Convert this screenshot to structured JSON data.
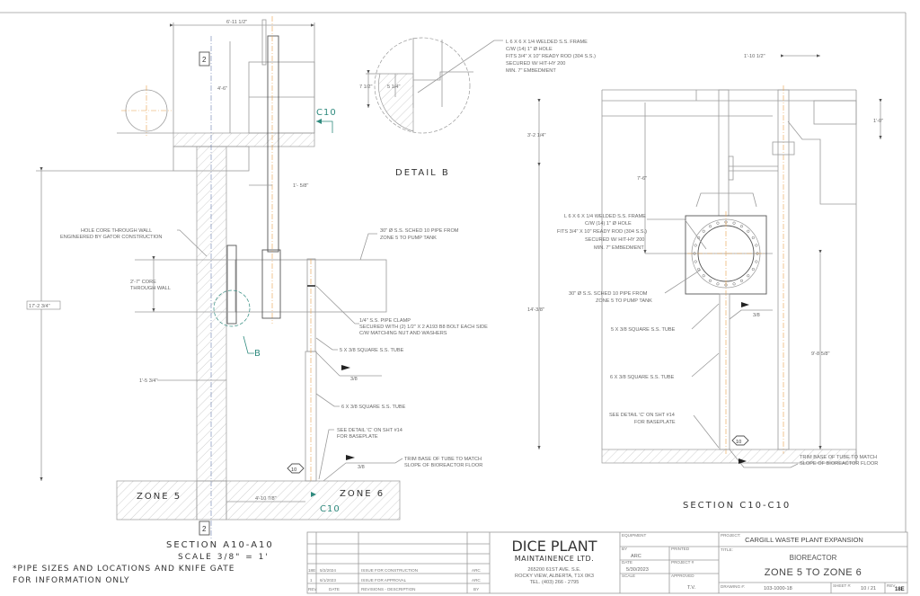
{
  "left_section": {
    "dim_width": "6'-11 1/2\"",
    "dim_height_top": "4'-6\"",
    "dim_stem_offset": "1'- 5/8\"",
    "dim_total_height": "17'-2 3/4\"",
    "dim_wall": "1'-5 3/4\"",
    "dim_core_1": "2'-7\" CORE",
    "dim_core_2": "THROUGH WALL",
    "dim_floor": "4'-10 7/8\"",
    "hole_core_1": "HOLE CORE THROUGH WALL",
    "hole_core_2": "ENGINEERED BY GATOR CONSTRUCTION",
    "pipe_1": "30\" Ø S.S. SCHED 10 PIPE FROM",
    "pipe_2": "ZONE 5 TO PUMP TANK",
    "clamp_1": "1/4\" S.S. PIPE CLAMP",
    "clamp_2": "SECURED WITH (2) 1/2\" X 2 A193 B8 BOLT EACH SIDE",
    "clamp_3": "C/W MATCHING NUT AND WASHERS",
    "tube_small": "5 X 3/8 SQUARE S.S. TUBE",
    "tube_large": "6 X 3/8 SQUARE S.S. TUBE",
    "weld": "3/8",
    "weld2": "3/8",
    "see_detail_1": "SEE DETAIL 'C' ON SHT #14",
    "see_detail_2": "FOR BASEPLATE",
    "trim_1": "TRIM BASE OF TUBE TO MATCH",
    "trim_2": "SLOPE OF BIOREACTOR FLOOR",
    "callout_10": "10",
    "detail_ref": "B",
    "section_mark": "C10",
    "section_mark_bottom": "C10",
    "grid_tag": "2",
    "grid_tag_bottom": "2",
    "zone_5": "ZONE 5",
    "zone_6": "ZONE 6",
    "title": "SECTION A10-A10",
    "scale": "SCALE 3/8\" = 1'"
  },
  "detail_b": {
    "title": "DETAIL  B",
    "dim_1": "7 1/2\"",
    "dim_2": "5 1/4\"",
    "frame_1": "L 6 X 6 X 1/4 WELDED S.S. FRAME",
    "frame_2": "C/W (14) 1\" Ø HOLE",
    "frame_3": "FITS 3/4\" X 10\" READY ROD (304 S.S.)",
    "frame_4": "SECURED W/ HIT-HY 200",
    "frame_5": "MIN. 7\" EMBEDMENT"
  },
  "right_section": {
    "dim_top": "1'-10 1/2\"",
    "dim_right": "1'-0\"",
    "dim_a": "3'-2 1/4\"",
    "dim_b": "7'-6\"",
    "dim_c": "14'-3/8\"",
    "dim_d": "9'-8 5/8\"",
    "frame_1": "L 6 X 6 X 1/4 WELDED S.S. FRAME",
    "frame_2": "C/W (14) 1\" Ø HOLE",
    "frame_3": "FITS 3/4\" X 10\" READY ROD (304 S.S.)",
    "frame_4": "SECURED W/ HIT-HY 200",
    "frame_5": "MIN. 7\" EMBEDMENT",
    "pipe_1": "30\" Ø S.S. SCHED 10 PIPE FROM",
    "pipe_2": "ZONE 5 TO PUMP TANK",
    "tube_small": "5 X 3/8 SQUARE S.S. TUBE",
    "tube_large": "6 X 3/8 SQUARE S.S. TUBE",
    "see_detail_1": "SEE DETAIL 'C' ON SHT #14",
    "see_detail_2": "FOR BASEPLATE",
    "trim_1": "TRIM BASE OF TUBE TO MATCH",
    "trim_2": "SLOPE OF BIOREACTOR FLOOR",
    "weld": "3/8",
    "callout_10": "10",
    "title": "SECTION C10-C10"
  },
  "note": {
    "line1": "*PIPE SIZES AND LOCATIONS AND KNIFE GATE",
    "line2": "FOR INFORMATION ONLY"
  },
  "title_block": {
    "revisions": [
      {
        "rev": "18E",
        "date": "5/2/2024",
        "desc": "ISSUE FOR CONSTRUCTION",
        "by": "ARC"
      },
      {
        "rev": "1",
        "date": "6/1/2023",
        "desc": "ISSUE FOR APPROVAL",
        "by": "ARC"
      }
    ],
    "rev_header": {
      "rev": "REV",
      "date": "DATE",
      "desc": "REVISIONS - DESCRIPTION",
      "by": "BY"
    },
    "company": {
      "name": "DICE PLANT",
      "sub": "MAINTAINENCE LTD.",
      "addr1": "265200 61ST AVE. S.E.",
      "addr2": "ROCKY VIEW, ALBERTA, T1X 0K3",
      "tel": "TEL. (403) 266 - 2795"
    },
    "equipment_label": "EQUIPMENT",
    "by_label": "BY",
    "by": "ARC",
    "printed_label": "PRINTED",
    "date_label": "DATE",
    "date": "5/30/2023",
    "project_no_label": "PROJECT #",
    "scale_label": "SCALE",
    "approved_label": "APPROVED",
    "approved": "T.V.",
    "project_label": "PROJECT:",
    "project": "CARGILL WASTE PLANT EXPANSION",
    "title_label": "TITLE:",
    "title1": "BIOREACTOR",
    "title2": "ZONE 5 TO ZONE 6",
    "drawing_label": "DRAWING #:",
    "drawing": "103-1000-18",
    "sheet_label": "SHEET #:",
    "sheet": "10 / 21",
    "rev_label": "REV",
    "rev": "18E"
  },
  "colors": {
    "teal": "#2f8a7e",
    "centerline": "#e8a04a"
  }
}
